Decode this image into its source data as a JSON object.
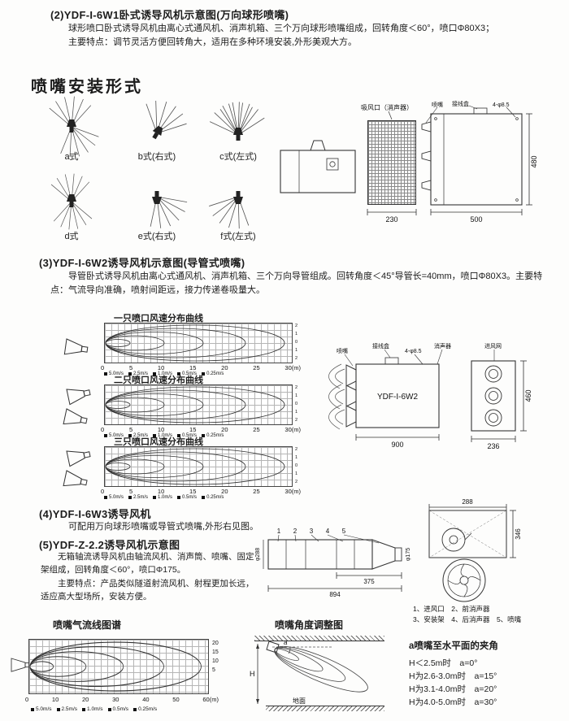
{
  "section2": {
    "title": "(2)YDF-I-6W1卧式诱导风机示意图(万向球形喷嘴)",
    "para1": "球形喷口卧式诱导风机由离心式通风机、消声机箱、三个万向球形喷嘴组成，回转角度＜60°，喷口Φ80X3；",
    "para2": "主要特点：调节灵活方便回转角大，适用在多种环境安装,外形美观大方。"
  },
  "install": {
    "heading": "喷嘴安装形式",
    "variant_labels": [
      "a式",
      "b式(右式)",
      "c式(左式)",
      "d式",
      "e式(右式)",
      "f式(左式)"
    ],
    "drawing": {
      "intake_label": "吸风口（消声器）",
      "nozzle_label": "喷嘴",
      "junction_label": "接线盒",
      "holes_label": "4-φ8.5",
      "dim_depth": "230",
      "dim_width": "500",
      "dim_height": "480"
    }
  },
  "section3": {
    "title": "(3)YDF-I-6W2诱导风机示意图(导管式喷嘴)",
    "para1": "导管卧式诱导风机由离心式通风机、消声机箱、三个万向导管组成。回转角度＜45°导管长=40mm，喷口Φ80X3。主要特点：气流导向准确，喷射间距远，接力传递卷吸量大。"
  },
  "velocity": {
    "chart_titles": [
      "一只喷口风速分布曲线",
      "二只喷口风速分布曲线",
      "三只喷口风速分布曲线"
    ],
    "x_ticks": [
      "0",
      "5",
      "10",
      "15",
      "20",
      "25",
      "30(m)"
    ],
    "y_ticks": [
      "2",
      "1",
      "0",
      "1",
      "2"
    ],
    "legend": [
      "5.0m/s",
      "2.5m/s",
      "1.0m/s",
      "0.5m/s",
      "0.25m/s"
    ]
  },
  "w2": {
    "model": "YDF-I-6W2",
    "nozzle_label": "喷嘴",
    "junction_label": "接线盒",
    "holes_label": "4-φ8.5",
    "silencer_label": "消声器",
    "inlet_label": "进风网",
    "dim_length": "900",
    "dim_width": "236",
    "dim_height": "460"
  },
  "section4": {
    "title": "(4)YDF-I-6W3诱导风机",
    "para1": "可配用万向球形喷嘴或导管式喷嘴,外形右见图。"
  },
  "section5": {
    "title": "(5)YDF-Z-2.2诱导风机示意图",
    "para1": "无箱轴流诱导风机由轴流风机、消声筒、喷嘴、固定架组成，回转角度＜60°，喷口Φ175。",
    "para2": "主要特点：产品类似隧道射流风机、射程更加长远，适应高大型场所，安装方便。",
    "drawing": {
      "parts": [
        "1",
        "2",
        "3",
        "4",
        "5"
      ],
      "dim_length": "894",
      "dim_rear": "375",
      "dim_outlet": "φ175",
      "dim_inlet": "φ288",
      "dim_top": "288",
      "dim_side": "346",
      "legend1": "1、进风口　2、前消声器",
      "legend2": "3、安装架　4、后消声器　5、喷嘴"
    }
  },
  "bottom": {
    "flow_title": "喷嘴气流线图谱",
    "angle_title": "喷嘴角度调整图",
    "flow": {
      "x_ticks": [
        "0",
        "10",
        "20",
        "30",
        "40",
        "50",
        "60(m)"
      ],
      "y_ticks": [
        "20",
        "15",
        "10",
        "5"
      ],
      "legend": [
        "5.0m/s",
        "2.5m/s",
        "1.0m/s",
        "0.5m/s",
        "0.25m/s"
      ]
    },
    "angle": {
      "a": "a",
      "h": "H",
      "ground": "地面"
    },
    "table": {
      "title": "a喷嘴至水平面的夹角",
      "rows": [
        "H＜2.5m时　a=0°",
        "H为2.6-3.0m时　a=15°",
        "H为3.1-4.0m时　a=20°",
        "H为4.0-5.0m时　a=30°"
      ]
    }
  }
}
